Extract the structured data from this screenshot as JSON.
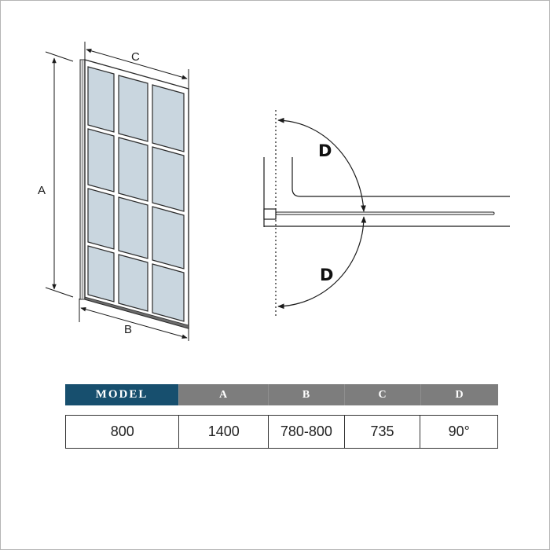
{
  "diagram": {
    "panel_labels": {
      "height": "A",
      "bottom_width": "B",
      "top_width": "C"
    },
    "swing_labels": {
      "upper": "D",
      "lower": "D"
    },
    "colors": {
      "glass": "#c9d6df",
      "frame": "#2b2b2b",
      "line": "#1a1a1a"
    },
    "grid": {
      "columns": 3,
      "rows": 4
    }
  },
  "spec_table": {
    "headers": [
      "MODEL",
      "A",
      "B",
      "C",
      "D"
    ],
    "header_colors": {
      "model": "#174f6e",
      "other": "#7d7d7d"
    },
    "rows": [
      [
        "800",
        "1400",
        "780-800",
        "735",
        "90°"
      ]
    ]
  }
}
